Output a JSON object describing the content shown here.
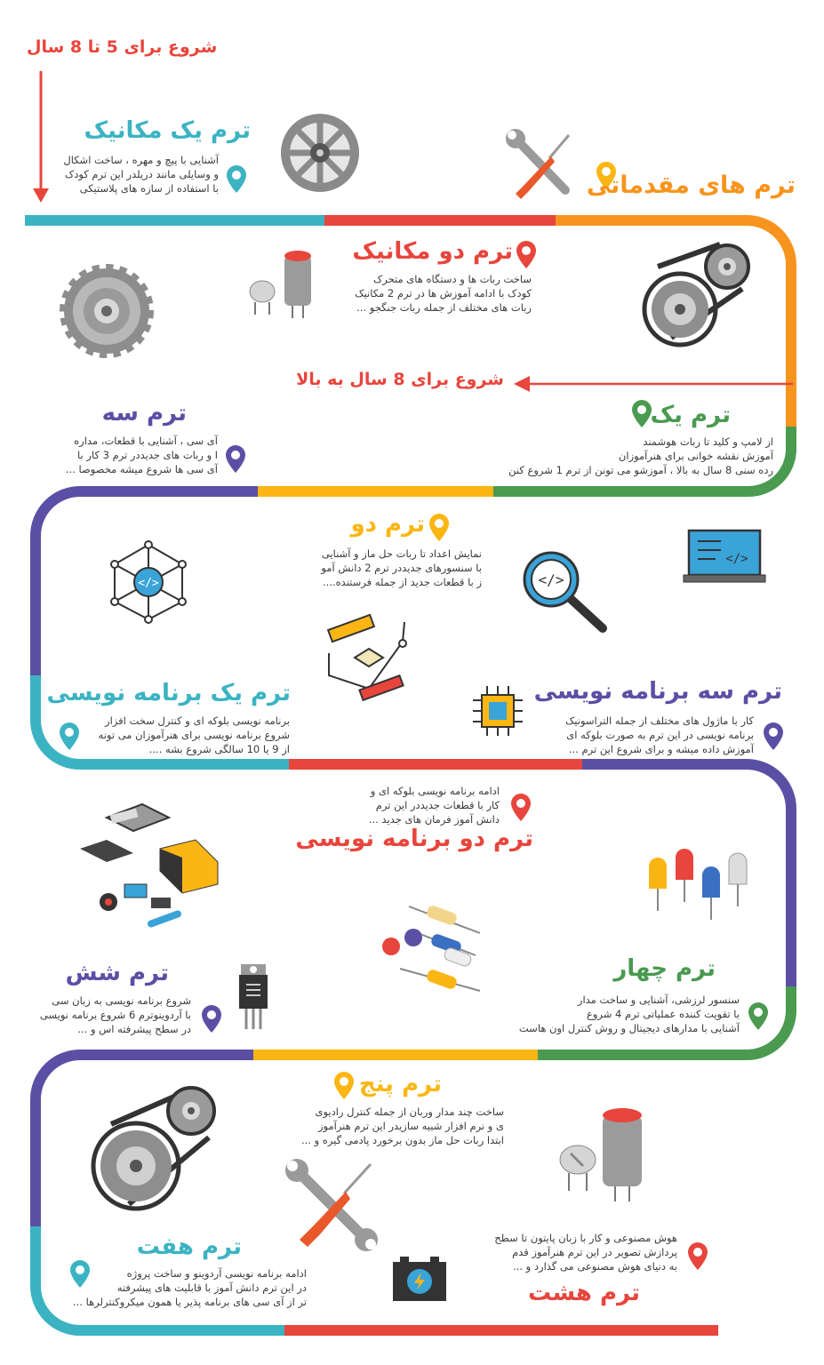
{
  "headers": {
    "start_5_8": "شروع برای 5 تا 8 سال",
    "intro_terms": "ترم های مقدماتی",
    "start_8_up": "شروع برای 8 سال به بالا"
  },
  "colors": {
    "teal": "#3bb3c3",
    "red": "#e8453c",
    "orange": "#f7941d",
    "yellow": "#fbb614",
    "green": "#4a9a50",
    "purple": "#5b4fa5",
    "text": "#3a3a3a"
  },
  "terms": {
    "mech1": {
      "title": "ترم یک مکانیک",
      "lines": [
        "آشنایی با پیچ و مهره ، ساخت اشکال",
        "و وسایلی مانند دریلدر این ترم  کودک",
        "با استفاده از سازه های پلاستیکی"
      ]
    },
    "mech2": {
      "title": "ترم دو مکانیک",
      "lines": [
        "ساخت ربات ها و دستگاه های متحرک",
        "کودک با ادامه آموزش ها در ترم 2 مکانیک",
        "ربات های مختلف از جمله ربات جنگجو ..."
      ]
    },
    "t1": {
      "title": "ترم یک",
      "lines": [
        "از لامپ و کلید تا ربات هوشمند",
        "آموزش نقشه خوانی برای هنرآموزان",
        "رده سنی 8 سال به بالا ، آموزشو می تونن از ترم 1 شروع کنن"
      ]
    },
    "t3": {
      "title": "ترم سه",
      "lines": [
        "آی سی ، آشنایی با قطعات، مداره",
        "ا و ربات های جدیددر ترم 3 کار با",
        "آی سی ها شروع میشه مخصوصا ..."
      ]
    },
    "t2": {
      "title": "ترم دو",
      "lines": [
        "نمایش اعداد تا ربات حل ماز و آشنایی",
        "با سنسورهای جدیددر ترم 2 دانش آمو",
        "ز با قطعات جدید از جمله فرستنده...."
      ]
    },
    "prog1": {
      "title": "ترم یک برنامه نویسی",
      "lines": [
        "برنامه نویسی بلوکه ای و کنترل سخت افزار",
        "شروع برنامه نویسی برای هنرآموزان می تونه",
        "از 9 یا 10 سالگی شروع بشه ...."
      ]
    },
    "prog3": {
      "title": "ترم سه برنامه نویسی",
      "lines": [
        "کار با ماژول های مختلف از جمله التراسونیک",
        "برنامه نویسی در این ترم به صورت بلوکه ای",
        "آموزش داده میشه و برای شروع این ترم ..."
      ]
    },
    "prog2": {
      "title": "ترم دو برنامه نویسی",
      "lines": [
        "ادامه برنامه نویسی بلوکه ای و",
        "کار با قطعات جدیددر این ترم",
        "دانش آموز فرمان های جدید ..."
      ]
    },
    "t6": {
      "title": "ترم شش",
      "lines": [
        "شروع برنامه نویسی به زبان سی",
        "با آردوینوترم 6 شروع برنامه نویسی",
        "در سطح پیشرفته اس و ..."
      ]
    },
    "t4": {
      "title": "ترم چهار",
      "lines": [
        "سنسور لرزشی، آشنایی و ساخت مدار",
        "با تقویت کننده عملیاتی ترم 4 شروع",
        "آشنایی با مدارهای دیجیتال و روش کنترل اون هاست"
      ]
    },
    "t5": {
      "title": "ترم پنج",
      "lines": [
        "ساخت چند مدار وربان از جمله کنترل رادیوی",
        "ی و نرم افزار شبیه سازیدر این ترم هنرآموز",
        "ابتدا ربات حل ماز بدون برخورد پادمی گیره و ..."
      ]
    },
    "t7": {
      "title": "ترم هفت",
      "lines": [
        "ادامه برنامه نویسی آردوینو و ساخت پروژه",
        "در این ترم دانش آموز با قابلیت های پیشرفته",
        "تر از  آی سی های برنامه پذیر یا همون میکروکنترلرها ..."
      ]
    },
    "t8": {
      "title": "ترم هشت",
      "lines": [
        "هوش مصنوعی و کار با زبان پایتون تا سطح",
        "پردازش تصویر در این ترم هنرآموز قدم",
        "به دنیای هوش مصنوعی می گذارد و ..."
      ]
    }
  }
}
